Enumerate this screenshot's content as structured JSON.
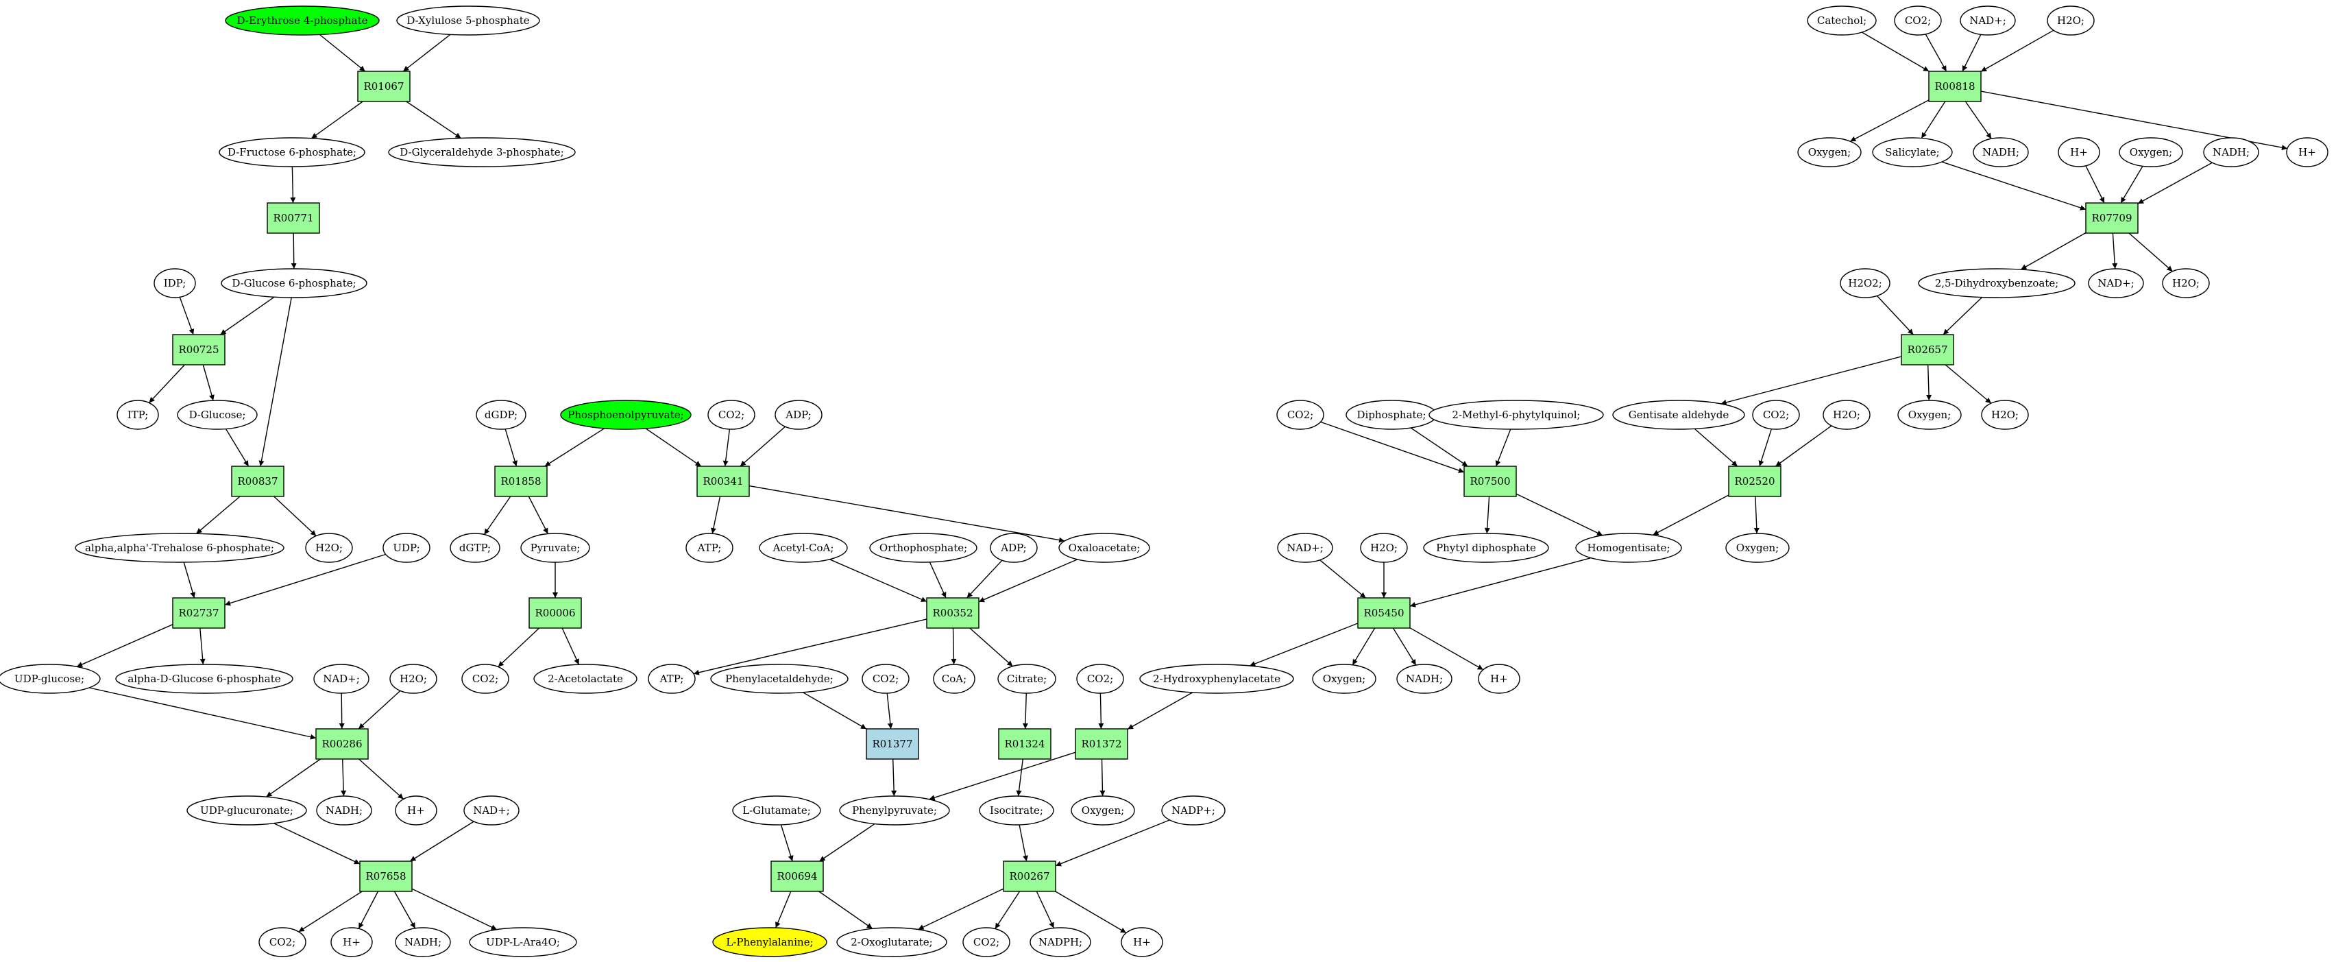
{
  "colors": {
    "reaction": "#98fb98",
    "reaction_highlight": "#add8e6",
    "source": "#00ff00",
    "target": "#ffff00",
    "metabolite": "#ffffff",
    "stroke": "#000000"
  },
  "nodes": {
    "n_erythrose": {
      "label": "D-Erythrose 4-phosphate",
      "kind": "source"
    },
    "n_xylulose": {
      "label": "D-Xylulose 5-phosphate",
      "kind": "metabolite"
    },
    "r01067": {
      "label": "R01067",
      "kind": "reaction"
    },
    "n_fructose6p": {
      "label": "D-Fructose 6-phosphate;",
      "kind": "metabolite"
    },
    "n_glyceraldehyde": {
      "label": "D-Glyceraldehyde 3-phosphate;",
      "kind": "metabolite"
    },
    "r00771": {
      "label": "R00771",
      "kind": "reaction"
    },
    "n_idp": {
      "label": "IDP;",
      "kind": "metabolite"
    },
    "n_glucose6p": {
      "label": "D-Glucose 6-phosphate;",
      "kind": "metabolite"
    },
    "r00725": {
      "label": "R00725",
      "kind": "reaction"
    },
    "n_itp": {
      "label": "ITP;",
      "kind": "metabolite"
    },
    "n_dglucose": {
      "label": "D-Glucose;",
      "kind": "metabolite"
    },
    "r00837": {
      "label": "R00837",
      "kind": "reaction"
    },
    "n_trehalose": {
      "label": "alpha,alpha'-Trehalose 6-phosphate;",
      "kind": "metabolite"
    },
    "n_h2o_a": {
      "label": "H2O;",
      "kind": "metabolite"
    },
    "n_udp": {
      "label": "UDP;",
      "kind": "metabolite"
    },
    "r02737": {
      "label": "R02737",
      "kind": "reaction"
    },
    "n_udpglucose": {
      "label": "UDP-glucose;",
      "kind": "metabolite"
    },
    "n_alphaglucose6p": {
      "label": "alpha-D-Glucose 6-phosphate",
      "kind": "metabolite"
    },
    "n_nad_a": {
      "label": "NAD+;",
      "kind": "metabolite"
    },
    "n_h2o_b": {
      "label": "H2O;",
      "kind": "metabolite"
    },
    "r00286": {
      "label": "R00286",
      "kind": "reaction"
    },
    "n_udpglucuronate": {
      "label": "UDP-glucuronate;",
      "kind": "metabolite"
    },
    "n_nadh_a": {
      "label": "NADH;",
      "kind": "metabolite"
    },
    "n_hplus_a": {
      "label": "H+",
      "kind": "metabolite"
    },
    "n_nad_b": {
      "label": "NAD+;",
      "kind": "metabolite"
    },
    "r07658": {
      "label": "R07658",
      "kind": "reaction"
    },
    "n_co2_a": {
      "label": "CO2;",
      "kind": "metabolite"
    },
    "n_hplus_b": {
      "label": "H+",
      "kind": "metabolite"
    },
    "n_nadh_b": {
      "label": "NADH;",
      "kind": "metabolite"
    },
    "n_udpara": {
      "label": "UDP-L-Ara4O;",
      "kind": "metabolite"
    },
    "n_dgdp": {
      "label": "dGDP;",
      "kind": "metabolite"
    },
    "n_pep": {
      "label": "Phosphoenolpyruvate;",
      "kind": "source"
    },
    "r01858": {
      "label": "R01858",
      "kind": "reaction"
    },
    "n_dgtp": {
      "label": "dGTP;",
      "kind": "metabolite"
    },
    "n_pyruvate": {
      "label": "Pyruvate;",
      "kind": "metabolite"
    },
    "r00006": {
      "label": "R00006",
      "kind": "reaction"
    },
    "n_co2_b": {
      "label": "CO2;",
      "kind": "metabolite"
    },
    "n_acetolactate": {
      "label": "2-Acetolactate",
      "kind": "metabolite"
    },
    "n_co2_c": {
      "label": "CO2;",
      "kind": "metabolite"
    },
    "n_adp_a": {
      "label": "ADP;",
      "kind": "metabolite"
    },
    "r00341": {
      "label": "R00341",
      "kind": "reaction"
    },
    "n_atp_a": {
      "label": "ATP;",
      "kind": "metabolite"
    },
    "n_acetylcoa": {
      "label": "Acetyl-CoA;",
      "kind": "metabolite"
    },
    "n_orthophosphate": {
      "label": "Orthophosphate;",
      "kind": "metabolite"
    },
    "n_adp_b": {
      "label": "ADP;",
      "kind": "metabolite"
    },
    "n_oxaloacetate": {
      "label": "Oxaloacetate;",
      "kind": "metabolite"
    },
    "r00352": {
      "label": "R00352",
      "kind": "reaction"
    },
    "n_atp_b": {
      "label": "ATP;",
      "kind": "metabolite"
    },
    "n_coa": {
      "label": "CoA;",
      "kind": "metabolite"
    },
    "n_citrate": {
      "label": "Citrate;",
      "kind": "metabolite"
    },
    "n_phenylacetaldehyde": {
      "label": "Phenylacetaldehyde;",
      "kind": "metabolite"
    },
    "n_co2_d": {
      "label": "CO2;",
      "kind": "metabolite"
    },
    "r01377": {
      "label": "R01377",
      "kind": "reaction_highlight"
    },
    "r01324": {
      "label": "R01324",
      "kind": "reaction"
    },
    "n_co2_e": {
      "label": "CO2;",
      "kind": "metabolite"
    },
    "r01372": {
      "label": "R01372",
      "kind": "reaction"
    },
    "n_hydroxyphenylacetate": {
      "label": "2-Hydroxyphenylacetate",
      "kind": "metabolite"
    },
    "n_lglutamate": {
      "label": "L-Glutamate;",
      "kind": "metabolite"
    },
    "n_phenylpyruvate": {
      "label": "Phenylpyruvate;",
      "kind": "metabolite"
    },
    "n_isocitrate": {
      "label": "Isocitrate;",
      "kind": "metabolite"
    },
    "n_oxygen_a": {
      "label": "Oxygen;",
      "kind": "metabolite"
    },
    "n_nadp": {
      "label": "NADP+;",
      "kind": "metabolite"
    },
    "r00694": {
      "label": "R00694",
      "kind": "reaction"
    },
    "r00267": {
      "label": "R00267",
      "kind": "reaction"
    },
    "n_lphenylalanine": {
      "label": "L-Phenylalanine;",
      "kind": "target"
    },
    "n_oxoglutarate": {
      "label": "2-Oxoglutarate;",
      "kind": "metabolite"
    },
    "n_co2_f": {
      "label": "CO2;",
      "kind": "metabolite"
    },
    "n_nadph": {
      "label": "NADPH;",
      "kind": "metabolite"
    },
    "n_hplus_c": {
      "label": "H+",
      "kind": "metabolite"
    },
    "n_co2_g": {
      "label": "CO2;",
      "kind": "metabolite"
    },
    "n_diphosphate": {
      "label": "Diphosphate;",
      "kind": "metabolite"
    },
    "n_methylphytylquinol": {
      "label": "2-Methyl-6-phytylquinol;",
      "kind": "metabolite"
    },
    "r07500": {
      "label": "R07500",
      "kind": "reaction"
    },
    "n_phytyldiphosphate": {
      "label": "Phytyl diphosphate",
      "kind": "metabolite"
    },
    "n_homogentisate": {
      "label": "Homogentisate;",
      "kind": "metabolite"
    },
    "n_nad_c": {
      "label": "NAD+;",
      "kind": "metabolite"
    },
    "n_h2o_c": {
      "label": "H2O;",
      "kind": "metabolite"
    },
    "r05450": {
      "label": "R05450",
      "kind": "reaction"
    },
    "n_oxygen_b": {
      "label": "Oxygen;",
      "kind": "metabolite"
    },
    "n_nadh_c": {
      "label": "NADH;",
      "kind": "metabolite"
    },
    "n_hplus_d": {
      "label": "H+",
      "kind": "metabolite"
    },
    "n_gentisatealdehyde": {
      "label": "Gentisate aldehyde",
      "kind": "metabolite"
    },
    "n_co2_h": {
      "label": "CO2;",
      "kind": "metabolite"
    },
    "n_h2o_d": {
      "label": "H2O;",
      "kind": "metabolite"
    },
    "r02520": {
      "label": "R02520",
      "kind": "reaction"
    },
    "n_oxygen_c": {
      "label": "Oxygen;",
      "kind": "metabolite"
    },
    "n_h2o2": {
      "label": "H2O2;",
      "kind": "metabolite"
    },
    "n_dihydroxybenzoate": {
      "label": "2,5-Dihydroxybenzoate;",
      "kind": "metabolite"
    },
    "r02657": {
      "label": "R02657",
      "kind": "reaction"
    },
    "n_oxygen_d": {
      "label": "Oxygen;",
      "kind": "metabolite"
    },
    "n_h2o_e": {
      "label": "H2O;",
      "kind": "metabolite"
    },
    "n_catechol": {
      "label": "Catechol;",
      "kind": "metabolite"
    },
    "n_co2_i": {
      "label": "CO2;",
      "kind": "metabolite"
    },
    "n_nad_d": {
      "label": "NAD+;",
      "kind": "metabolite"
    },
    "n_h2o_f": {
      "label": "H2O;",
      "kind": "metabolite"
    },
    "r00818": {
      "label": "R00818",
      "kind": "reaction"
    },
    "n_oxygen_e": {
      "label": "Oxygen;",
      "kind": "metabolite"
    },
    "n_salicylate": {
      "label": "Salicylate;",
      "kind": "metabolite"
    },
    "n_nadh_d": {
      "label": "NADH;",
      "kind": "metabolite"
    },
    "n_hplus_e": {
      "label": "H+",
      "kind": "metabolite"
    },
    "n_hplus_f": {
      "label": "H+",
      "kind": "metabolite"
    },
    "n_oxygen_f": {
      "label": "Oxygen;",
      "kind": "metabolite"
    },
    "n_nadh_e": {
      "label": "NADH;",
      "kind": "metabolite"
    },
    "r07709": {
      "label": "R07709",
      "kind": "reaction"
    },
    "n_nad_e": {
      "label": "NAD+;",
      "kind": "metabolite"
    },
    "n_h2o_g": {
      "label": "H2O;",
      "kind": "metabolite"
    }
  },
  "edges": [
    [
      "n_erythrose",
      "r01067"
    ],
    [
      "n_xylulose",
      "r01067"
    ],
    [
      "r01067",
      "n_fructose6p"
    ],
    [
      "r01067",
      "n_glyceraldehyde"
    ],
    [
      "n_fructose6p",
      "r00771"
    ],
    [
      "r00771",
      "n_glucose6p"
    ],
    [
      "n_idp",
      "r00725"
    ],
    [
      "n_glucose6p",
      "r00725"
    ],
    [
      "r00725",
      "n_itp"
    ],
    [
      "r00725",
      "n_dglucose"
    ],
    [
      "n_dglucose",
      "r00837"
    ],
    [
      "n_glucose6p",
      "r00837"
    ],
    [
      "r00837",
      "n_trehalose"
    ],
    [
      "r00837",
      "n_h2o_a"
    ],
    [
      "n_trehalose",
      "r02737"
    ],
    [
      "n_udp",
      "r02737"
    ],
    [
      "r02737",
      "n_udpglucose"
    ],
    [
      "r02737",
      "n_alphaglucose6p"
    ],
    [
      "n_udpglucose",
      "r00286"
    ],
    [
      "n_nad_a",
      "r00286"
    ],
    [
      "n_h2o_b",
      "r00286"
    ],
    [
      "r00286",
      "n_udpglucuronate"
    ],
    [
      "r00286",
      "n_nadh_a"
    ],
    [
      "r00286",
      "n_hplus_a"
    ],
    [
      "n_udpglucuronate",
      "r07658"
    ],
    [
      "n_nad_b",
      "r07658"
    ],
    [
      "r07658",
      "n_co2_a"
    ],
    [
      "r07658",
      "n_hplus_b"
    ],
    [
      "r07658",
      "n_nadh_b"
    ],
    [
      "r07658",
      "n_udpara"
    ],
    [
      "n_dgdp",
      "r01858"
    ],
    [
      "n_pep",
      "r01858"
    ],
    [
      "r01858",
      "n_dgtp"
    ],
    [
      "r01858",
      "n_pyruvate"
    ],
    [
      "n_pyruvate",
      "r00006"
    ],
    [
      "r00006",
      "n_co2_b"
    ],
    [
      "r00006",
      "n_acetolactate"
    ],
    [
      "n_pep",
      "r00341"
    ],
    [
      "n_co2_c",
      "r00341"
    ],
    [
      "n_adp_a",
      "r00341"
    ],
    [
      "r00341",
      "n_atp_a"
    ],
    [
      "r00341",
      "n_oxaloacetate"
    ],
    [
      "n_acetylcoa",
      "r00352"
    ],
    [
      "n_orthophosphate",
      "r00352"
    ],
    [
      "n_adp_b",
      "r00352"
    ],
    [
      "n_oxaloacetate",
      "r00352"
    ],
    [
      "r00352",
      "n_atp_b"
    ],
    [
      "r00352",
      "n_coa"
    ],
    [
      "r00352",
      "n_citrate"
    ],
    [
      "n_phenylacetaldehyde",
      "r01377"
    ],
    [
      "n_co2_d",
      "r01377"
    ],
    [
      "r01377",
      "n_phenylpyruvate"
    ],
    [
      "n_citrate",
      "r01324"
    ],
    [
      "r01324",
      "n_isocitrate"
    ],
    [
      "n_co2_e",
      "r01372"
    ],
    [
      "n_hydroxyphenylacetate",
      "r01372"
    ],
    [
      "r01372",
      "n_phenylpyruvate"
    ],
    [
      "r01372",
      "n_oxygen_a"
    ],
    [
      "n_lglutamate",
      "r00694"
    ],
    [
      "n_phenylpyruvate",
      "r00694"
    ],
    [
      "r00694",
      "n_lphenylalanine"
    ],
    [
      "r00694",
      "n_oxoglutarate"
    ],
    [
      "n_isocitrate",
      "r00267"
    ],
    [
      "n_nadp",
      "r00267"
    ],
    [
      "r00267",
      "n_oxoglutarate"
    ],
    [
      "r00267",
      "n_co2_f"
    ],
    [
      "r00267",
      "n_nadph"
    ],
    [
      "r00267",
      "n_hplus_c"
    ],
    [
      "n_co2_g",
      "r07500"
    ],
    [
      "n_diphosphate",
      "r07500"
    ],
    [
      "n_methylphytylquinol",
      "r07500"
    ],
    [
      "r07500",
      "n_phytyldiphosphate"
    ],
    [
      "r07500",
      "n_homogentisate"
    ],
    [
      "n_nad_c",
      "r05450"
    ],
    [
      "n_h2o_c",
      "r05450"
    ],
    [
      "n_homogentisate",
      "r05450"
    ],
    [
      "r05450",
      "n_hydroxyphenylacetate"
    ],
    [
      "r05450",
      "n_oxygen_b"
    ],
    [
      "r05450",
      "n_nadh_c"
    ],
    [
      "r05450",
      "n_hplus_d"
    ],
    [
      "n_gentisatealdehyde",
      "r02520"
    ],
    [
      "n_co2_h",
      "r02520"
    ],
    [
      "n_h2o_d",
      "r02520"
    ],
    [
      "r02520",
      "n_homogentisate"
    ],
    [
      "r02520",
      "n_oxygen_c"
    ],
    [
      "n_h2o2",
      "r02657"
    ],
    [
      "n_dihydroxybenzoate",
      "r02657"
    ],
    [
      "r02657",
      "n_gentisatealdehyde"
    ],
    [
      "r02657",
      "n_oxygen_d"
    ],
    [
      "r02657",
      "n_h2o_e"
    ],
    [
      "n_catechol",
      "r00818"
    ],
    [
      "n_co2_i",
      "r00818"
    ],
    [
      "n_nad_d",
      "r00818"
    ],
    [
      "n_h2o_f",
      "r00818"
    ],
    [
      "r00818",
      "n_oxygen_e"
    ],
    [
      "r00818",
      "n_salicylate"
    ],
    [
      "r00818",
      "n_nadh_d"
    ],
    [
      "r00818",
      "n_hplus_e"
    ],
    [
      "n_salicylate",
      "r07709"
    ],
    [
      "n_hplus_f",
      "r07709"
    ],
    [
      "n_oxygen_f",
      "r07709"
    ],
    [
      "n_nadh_e",
      "r07709"
    ],
    [
      "r07709",
      "n_dihydroxybenzoate"
    ],
    [
      "r07709",
      "n_nad_e"
    ],
    [
      "r07709",
      "n_h2o_g"
    ]
  ]
}
